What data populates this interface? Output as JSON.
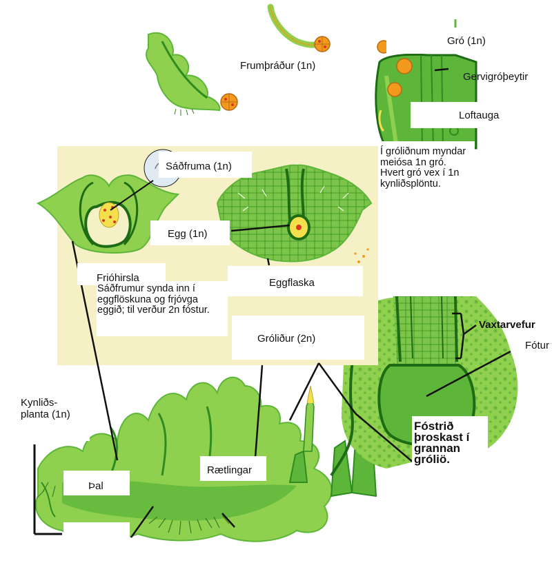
{
  "labels": {
    "protonema": "Frumþráður (1n)",
    "spore": "Gró (1n)",
    "peristome": "Gervigróþeytir",
    "stoma": "Loftauga",
    "meiosis_note": "Í gróliðnum myndar meiósa 1n gró. Hvert gró vex í 1n kynliðsplöntu.",
    "sperm": "Sáðfruma (1n)",
    "egg": "Egg (1n)",
    "antheridium": "Frióhirsla",
    "fertilization_note": "Sáðfrumur synda inn í eggflöskuna og frjóvga eggið; til verður 2n fóstur.",
    "archegonium": "Eggflaska",
    "sporophyte": "Gróliður (2n)",
    "gametophyte": "Kynliðs-\nplanta (1n)",
    "thallus": "Þal",
    "rhizoids": "Rætlingar",
    "meristem": "Vaxtarvefur",
    "foot": "Fótur",
    "embryo_note": "Fóstrið þroskast í grannan gróliö."
  },
  "colors": {
    "leaf_light": "#8fd14f",
    "leaf_mid": "#5db539",
    "leaf_dark": "#2e8b1f",
    "outline": "#1d6b14",
    "panel": "#f6f0c6",
    "spore_orange": "#f39a1e",
    "spore_red": "#d93a1f",
    "egg_yellow": "#f4e04d"
  }
}
